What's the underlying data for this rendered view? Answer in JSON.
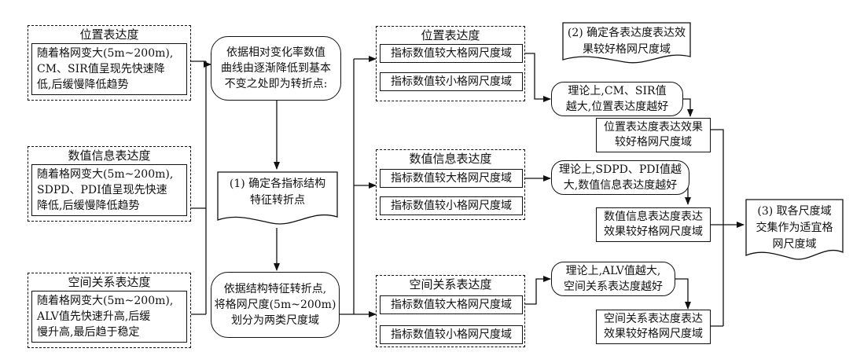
{
  "left_panels": [
    {
      "title": "位置表达度",
      "body": "随着格网变大(5m~200m),\nCM、SIR值呈现先快速降\n低,后缓慢降低趋势"
    },
    {
      "title": "数值信息表达度",
      "body": "随着格网变大(5m~200m),\nSDPD、PDI值呈现先快速\n降低,后缓慢降低趋势"
    },
    {
      "title": "空间关系表达度",
      "body": "随着格网变大(5m~200m),\nALV值先快速升高,后缓\n慢升高,最后趋于稳定"
    }
  ],
  "middle": {
    "top_note": "依据相对变化率数值\n曲线由逐渐降低到基本\n不变之处即为转折点:",
    "step1": "(1) 确定各指标结构\n特征转折点",
    "bottom_note": "依据结构特征转折点,\n将格网尺度(5m~200m)\n划分为两类尺度域"
  },
  "right_panels": [
    {
      "title": "位置表达度",
      "large": "指标数值较大格网尺度域",
      "small": "指标数值较小格网尺度域"
    },
    {
      "title": "数值信息表达度",
      "large": "指标数值较大格网尺度域",
      "small": "指标数值较小格网尺度域"
    },
    {
      "title": "空间关系表达度",
      "large": "指标数值较大格网尺度域",
      "small": "指标数值较小格网尺度域"
    }
  ],
  "theory": [
    "理论上,CM、SIR值\n越大,位置表达度越好",
    "理论上,SDPD、PDI值越\n大,数值信息表达度越好",
    "理论上,ALV值越大,\n空间关系表达度越好"
  ],
  "results": [
    "位置表达度表达效果\n较好格网尺度域",
    "数值信息表达度表达\n效果较好格网尺度域",
    "空间关系表达度表达\n效果较好格网尺度域"
  ],
  "step2": "(2) 确定各表达度表达效\n果较好格网尺度域",
  "step3": "(3) 取各尺度域\n交集作为适宜格\n网尺度域"
}
